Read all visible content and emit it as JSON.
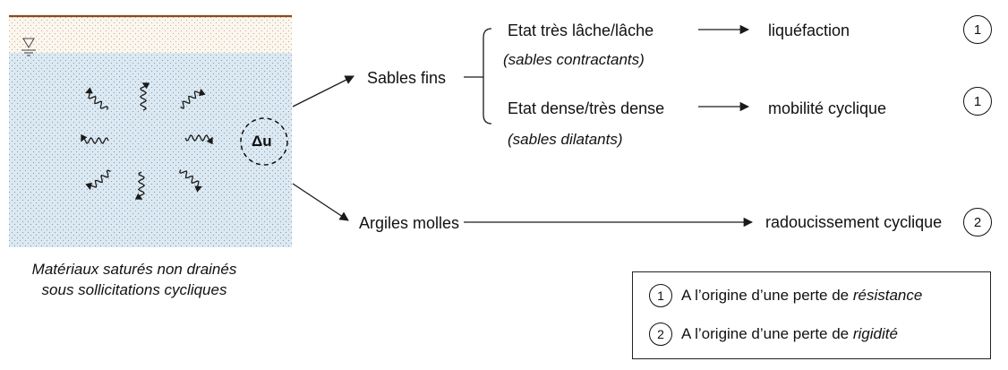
{
  "soil": {
    "delta_label": "Δu",
    "caption_line1": "Matériaux saturés non drainés",
    "caption_line2": "sous sollicitations cycliques"
  },
  "branches": {
    "sables": {
      "label": "Sables fins",
      "loose_state": "Etat très lâche/lâche",
      "loose_note": "(sables contractants)",
      "loose_result": "liquéfaction",
      "loose_badge": "1",
      "dense_state": "Etat dense/très dense",
      "dense_note": "(sables dilatants)",
      "dense_result": "mobilité cyclique",
      "dense_badge": "1"
    },
    "argiles": {
      "label": "Argiles molles",
      "result": "radoucissement cyclique",
      "badge": "2"
    }
  },
  "legend": {
    "item1_num": "1",
    "item1_prefix": "A l’origine d’une perte de ",
    "item1_emph": "résistance",
    "item2_num": "2",
    "item2_prefix": "A l’origine d’une perte de ",
    "item2_emph": "rigidité"
  },
  "colors": {
    "ground_line": "#8b4a1e",
    "dry_soil": "#fbf6ee",
    "saturated_soil": "#dde9f2",
    "ink": "#1a1a1a"
  }
}
